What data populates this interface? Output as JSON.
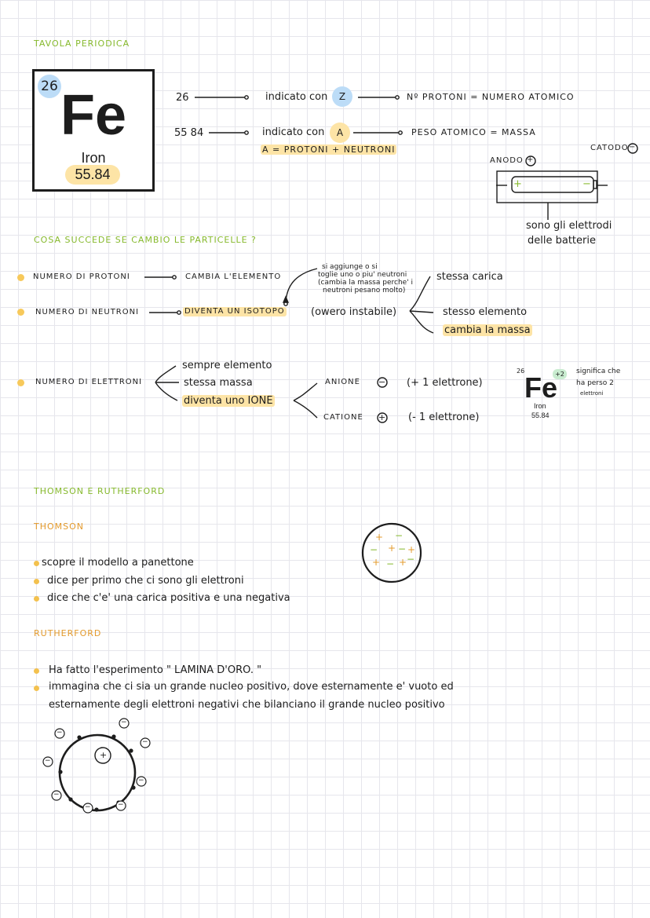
{
  "header": {
    "title": "TAVOLA PERIODICA"
  },
  "element": {
    "number": "26",
    "symbol": "Fe",
    "name": "Iron",
    "mass": "55.84"
  },
  "z_row": {
    "value": "26",
    "text": "indicato con",
    "letter": "Z",
    "result": "Nº PROTONI = NUMERO ATOMICO"
  },
  "a_row": {
    "value": "55 84",
    "text": "indicato con",
    "letter": "A",
    "result": "PESO ATOMICO = MASSA",
    "formula": "A = PROTONI + NEUTRONI"
  },
  "battery": {
    "anode": "ANODO",
    "anode_sign": "+",
    "cathode": "CATODO",
    "cathode_sign": "−",
    "plus": "+",
    "minus": "−",
    "note_line1": "sono gli elettrodi",
    "note_line2": "delle batterie"
  },
  "section2": {
    "title": "COSA SUCCEDE SE CAMBIO LE PARTICELLE ?",
    "protoni": {
      "label": "NUMERO DI PROTONI",
      "result": "CAMBIA L'ELEMENTO"
    },
    "neutroni": {
      "label": "NUMERO DI NEUTRONI",
      "result": "DIVENTA UN ISOTOPO",
      "note": "(owero instabile)",
      "bubble_line1": "si aggiunge o si",
      "bubble_line2": "toglie uno o piu' neutroni",
      "bubble_line3": "(cambia la massa perche' i",
      "bubble_line4": "neutroni pesano molto)",
      "branch1": "stessa carica",
      "branch2": "stesso elemento",
      "branch3": "cambia la massa"
    },
    "elettroni": {
      "label": "NUMERO DI ELETTRONI",
      "item1": "sempre elemento",
      "item2": "stessa massa",
      "item3": "diventa uno IONE",
      "anione": "ANIONE",
      "anione_sign": "−",
      "anione_note": "(+ 1 elettrone)",
      "catione": "CATIONE",
      "catione_sign": "+",
      "catione_note": "(- 1 elettrone)"
    }
  },
  "ion_example": {
    "number": "26",
    "symbol": "Fe",
    "charge": "+2",
    "name": "Iron",
    "mass": "55.84",
    "note_line1": "significa che",
    "note_line2": "ha perso 2",
    "note_line3": "elettroni"
  },
  "section3": {
    "title": "THOMSON E RUTHERFORD"
  },
  "thomson": {
    "title": "THOMSON",
    "bullets": [
      "scopre il modello a panettone",
      "dice per primo che ci sono gli elettroni",
      "dice che c'e' una carica positiva e una negativa"
    ],
    "model_signs": [
      "+",
      "−",
      "−",
      "+",
      "−",
      "+",
      "+",
      "−",
      "+",
      "−"
    ]
  },
  "rutherford": {
    "title": "RUTHERFORD",
    "bullet1": "Ha fatto l'esperimento \" LAMINA D'ORO. \"",
    "bullet2_line1": "immagina che ci sia un grande nucleo positivo, dove esternamente e' vuoto ed",
    "bullet2_line2": "esternamente degli elettroni negativi che bilanciano il grande nucleo positivo",
    "nucleus_sign": "+",
    "electron_sign": "−"
  },
  "colors": {
    "green": "#86b92d",
    "orange": "#e39a2c",
    "yellow_highlight": "#fde4a6",
    "blue_highlight": "#bcdcf7",
    "ink": "#1d1d1d"
  }
}
